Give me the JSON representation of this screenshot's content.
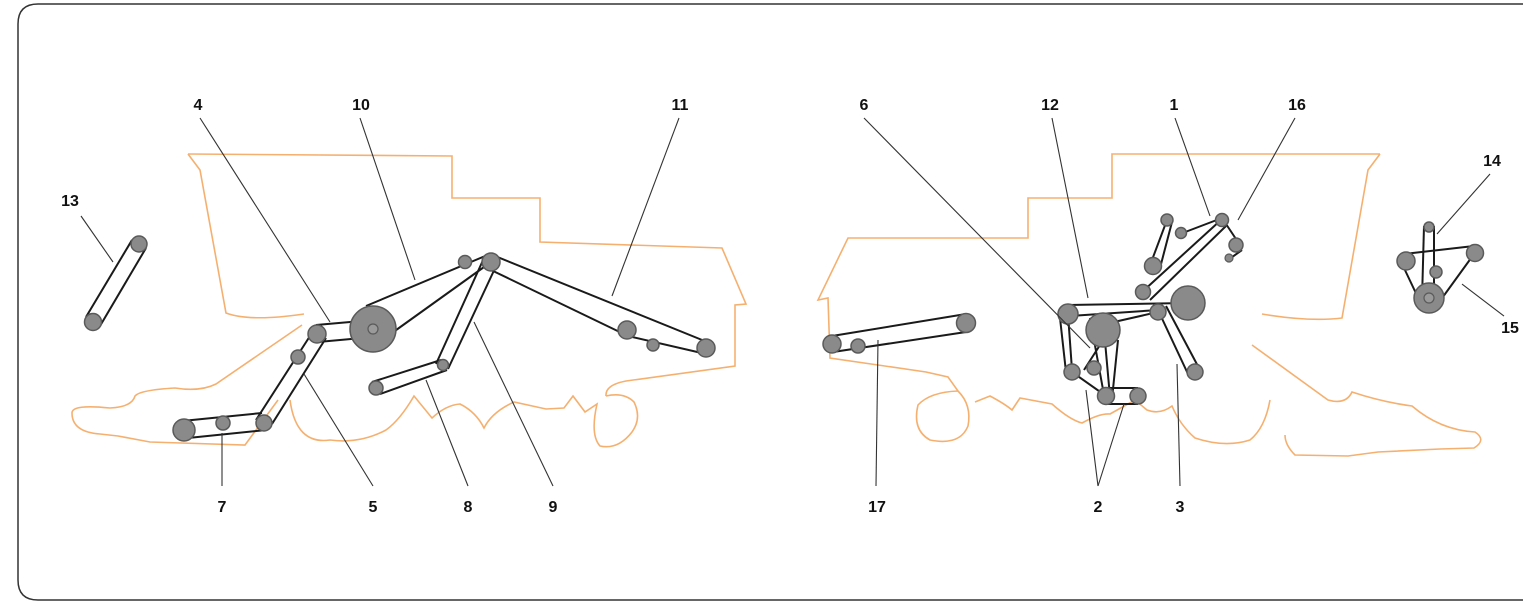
{
  "colors": {
    "frame": "#333333",
    "outline": "#f5b070",
    "belt": "#1a1a1a",
    "pulley_fill": "#8a8a8a",
    "pulley_stroke": "#5a5a5a",
    "leader": "#333333"
  },
  "labels": {
    "l1": "1",
    "l2": "2",
    "l3": "3",
    "l4": "4",
    "l5": "5",
    "l6": "6",
    "l7": "7",
    "l8": "8",
    "l9": "9",
    "l10": "10",
    "l11": "11",
    "l12": "12",
    "l13": "13",
    "l14": "14",
    "l15": "15",
    "l16": "16",
    "l17": "17"
  }
}
